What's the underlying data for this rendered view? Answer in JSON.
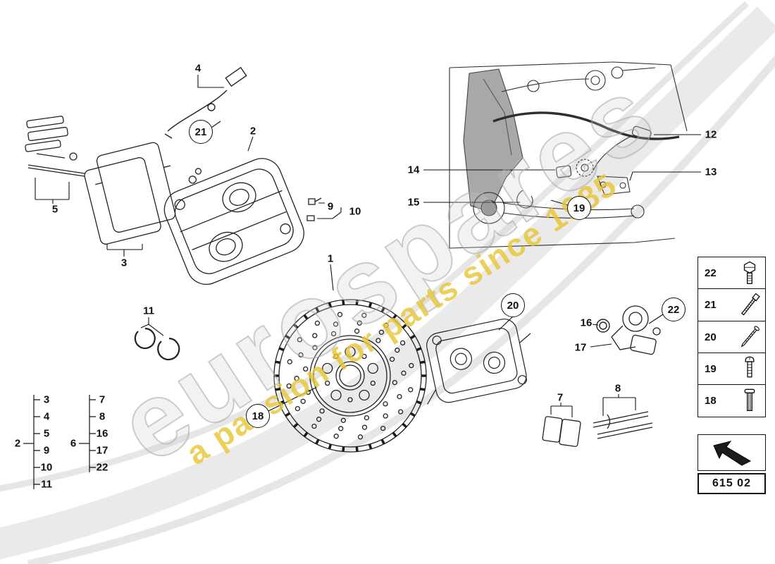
{
  "watermark": {
    "brand": "eurospares",
    "tagline": "a passion for parts since 1985"
  },
  "callouts": {
    "1": "1",
    "2": "2",
    "3": "3",
    "4": "4",
    "5": "5",
    "6": "6",
    "7": "7",
    "8": "8",
    "9": "9",
    "10": "10",
    "11": "11",
    "12": "12",
    "13": "13",
    "14": "14",
    "15": "15",
    "16": "16",
    "17": "17",
    "18": "18",
    "19": "19",
    "20": "20",
    "21": "21",
    "22": "22"
  },
  "legend": {
    "groups": [
      {
        "label": "2",
        "items": [
          "3",
          "4",
          "5",
          "9",
          "10",
          "11"
        ]
      },
      {
        "label": "6",
        "items": [
          "7",
          "8",
          "16",
          "17",
          "22"
        ]
      }
    ]
  },
  "parts_panel": {
    "items": [
      {
        "number": "22",
        "icon": "hex-bolt-icon"
      },
      {
        "number": "21",
        "icon": "socket-bolt-icon"
      },
      {
        "number": "20",
        "icon": "long-screw-icon"
      },
      {
        "number": "19",
        "icon": "pan-screw-icon"
      },
      {
        "number": "18",
        "icon": "stud-icon"
      }
    ]
  },
  "arrow_icon": "up-left-block-arrow",
  "page_code": {
    "value": "615 02"
  },
  "colors": {
    "line": "#111111",
    "watermark_gray": "#c9c9c9",
    "accent_yellow": "#e6c638"
  }
}
